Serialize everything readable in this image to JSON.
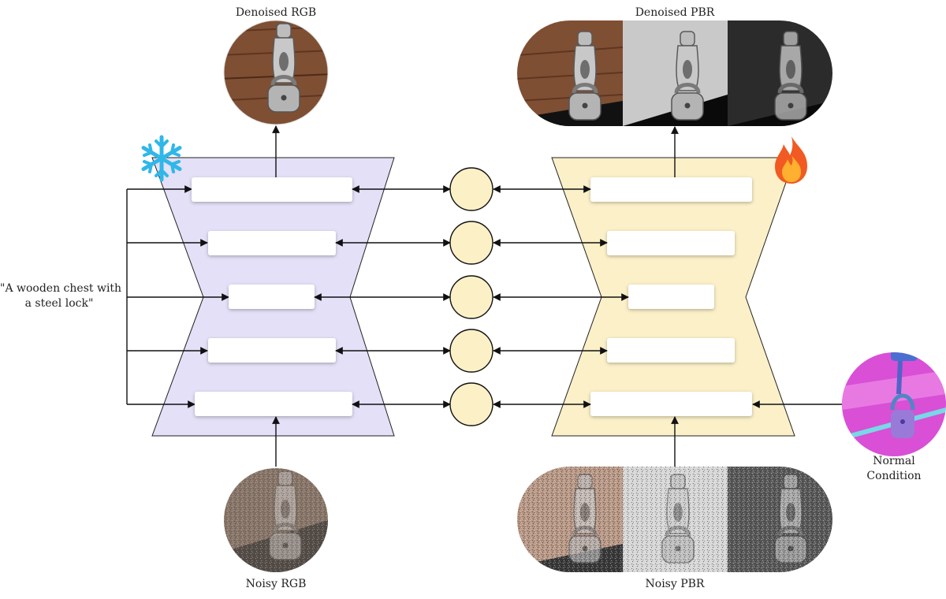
{
  "labels": {
    "denoised_rgb": "Denoised RGB",
    "denoised_pbr": "Denoised PBR",
    "noisy_rgb": "Noisy RGB",
    "noisy_pbr": "Noisy PBR",
    "prompt_line1": "\"A wooden chest with",
    "prompt_line2": "a steel lock\"",
    "normal_line1": "Normal",
    "normal_line2": "Condition"
  },
  "icons": {
    "frozen": "snowflake-icon",
    "trainable": "fire-icon"
  },
  "colors": {
    "frozen_unet_fill": "#e3e0f7",
    "trainable_unet_fill": "#fbf0c8",
    "attention_node_fill": "#fcf0c6",
    "wood": "#8a5a3c",
    "normal_map": "#d94fd6"
  }
}
